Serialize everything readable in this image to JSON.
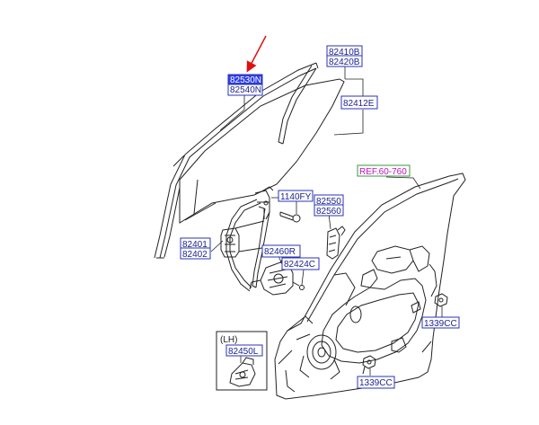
{
  "diagram": {
    "colors": {
      "background": "#ffffff",
      "line": "#222222",
      "label_border": "#2a33b8",
      "label_text": "#1a1f8a",
      "label_fill": "#ffffff",
      "highlight_fill": "#2d3ee6",
      "highlight_text": "#ffffff",
      "ref_border": "#3a9a3a",
      "ref_text": "#c010c0",
      "arrow": "#e01010"
    },
    "labels": {
      "p82530N": "82530N",
      "p82540N": "82540N",
      "p82410B": "82410B",
      "p82420B": "82420B",
      "p82412E": "82412E",
      "ref60760": "REF.60-760",
      "p1140FY": "1140FY",
      "p82550": "82550",
      "p82560": "82560",
      "p82401": "82401",
      "p82402": "82402",
      "p82460R": "82460R",
      "p82424C": "82424C",
      "p1339CC_upper": "1339CC",
      "p1339CC_lower": "1339CC",
      "lh_caption": "(LH)",
      "p82450L": "82450L"
    },
    "icons": [
      "red-pointer-arrow",
      "door-glass",
      "glass-run-channel",
      "window-regulator",
      "regulator-motor",
      "door-panel",
      "bolt-icon",
      "nut-icon",
      "lh-motor-icon"
    ]
  }
}
